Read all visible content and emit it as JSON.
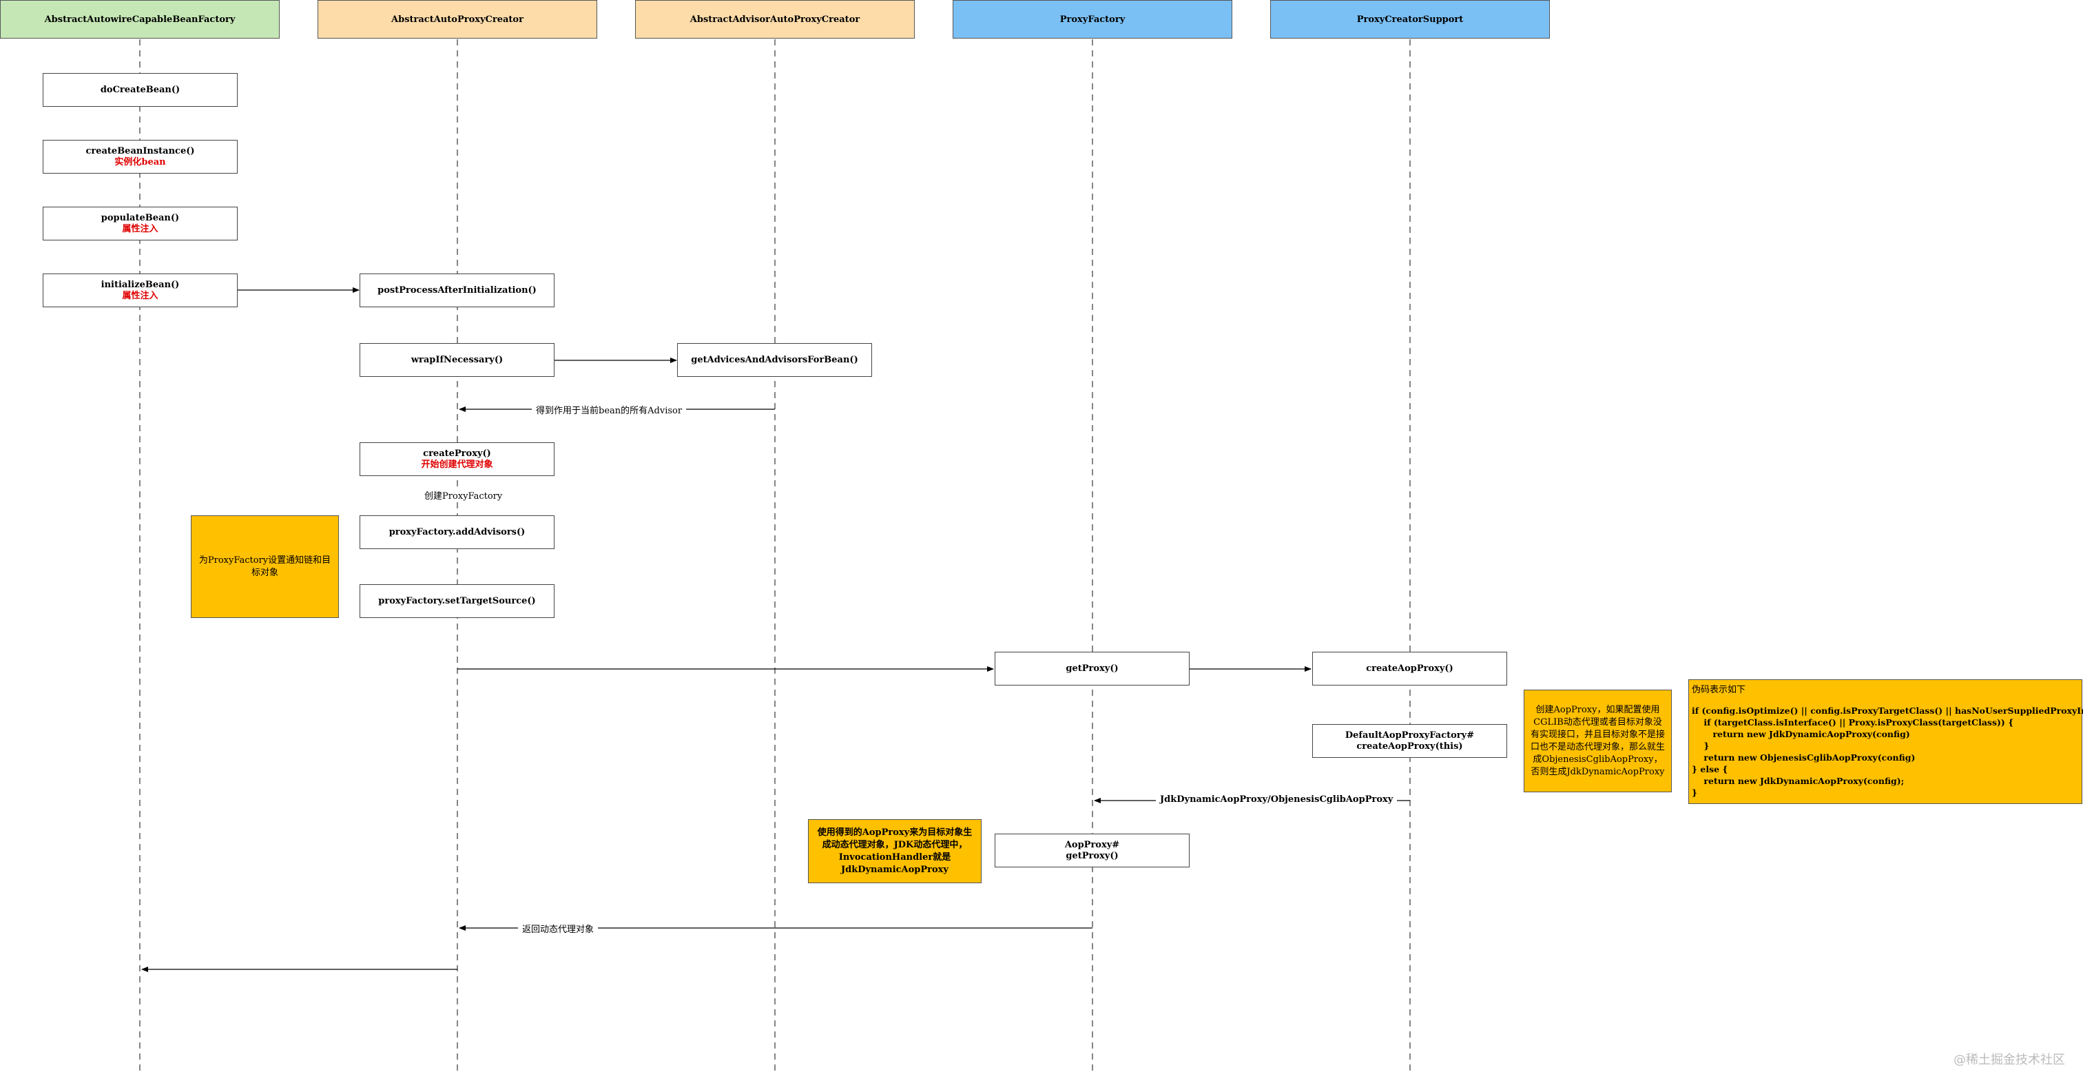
{
  "lifelines": [
    {
      "label": "AbstractAutowireCapableBeanFactory"
    },
    {
      "label": "AbstractAutoProxyCreator"
    },
    {
      "label": "AbstractAdvisorAutoProxyCreator"
    },
    {
      "label": "ProxyFactory"
    },
    {
      "label": "ProxyCreatorSupport"
    }
  ],
  "steps": {
    "doCreateBean": {
      "title": "doCreateBean()"
    },
    "createBeanInstance": {
      "title": "createBeanInstance()",
      "sub": "实例化bean"
    },
    "populateBean": {
      "title": "populateBean()",
      "sub": "属性注入"
    },
    "initializeBean": {
      "title": "initializeBean()",
      "sub": "属性注入"
    },
    "postProcessAfterInitialization": {
      "title": "postProcessAfterInitialization()"
    },
    "wrapIfNecessary": {
      "title": "wrapIfNecessary()"
    },
    "getAdvicesAndAdvisorsForBean": {
      "title": "getAdvicesAndAdvisorsForBean()"
    },
    "createProxy": {
      "title": "createProxy()",
      "sub": "开始创建代理对象"
    },
    "addAdvisors": {
      "title": "proxyFactory.addAdvisors()"
    },
    "setTargetSource": {
      "title": "proxyFactory.setTargetSource()"
    },
    "getProxy": {
      "title": "getProxy()"
    },
    "createAopProxy": {
      "title": "createAopProxy()"
    },
    "defaultAopProxyFactory": {
      "line1": "DefaultAopProxyFactory#",
      "line2": "createAopProxy(this)"
    },
    "aopProxyGetProxy": {
      "line1": "AopProxy#",
      "line2": "getProxy()"
    }
  },
  "messages": {
    "advisors_return": "得到作用于当前bean的所有Advisor",
    "create_proxy_factory": "创建ProxyFactory",
    "aop_proxy_return": "JdkDynamicAopProxy/ObjenesisCglibAopProxy",
    "proxy_return": "返回动态代理对象"
  },
  "notes": {
    "set_chain": "为ProxyFactory设置通知链和目标对象",
    "create_aop_proxy": "创建AopProxy，如果配置使用CGLIB动态代理或者目标对象没有实现接口，并且目标对象不是接口也不是动态代理对象，那么就生成ObjenesisCglibAopProxy，否则生成JdkDynamicAopProxy",
    "use_aop_proxy": "使用得到的AopProxy来为目标对象生成动态代理对象，JDK动态代理中，InvocationHandler就是JdkDynamicAopProxy",
    "pseudo_title": "伪码表示如下",
    "pseudo_code": "if (config.isOptimize() || config.isProxyTargetClass() || hasNoUserSuppliedProxyInterfaces(config)) {\n    if (targetClass.isInterface() || Proxy.isProxyClass(targetClass)) {\n       return new JdkDynamicAopProxy(config)\n    }\n    return new ObjenesisCglibAopProxy(config)\n} else {\n    return new JdkDynamicAopProxy(config);\n}"
  },
  "watermark": "@稀土掘金技术社区",
  "colors": {
    "lifeline_green": "#c5e7b5",
    "lifeline_orange": "#fddcaa",
    "lifeline_blue": "#7bc0f5",
    "note_fill": "#ffc000",
    "emphasis_red": "#e00000"
  }
}
